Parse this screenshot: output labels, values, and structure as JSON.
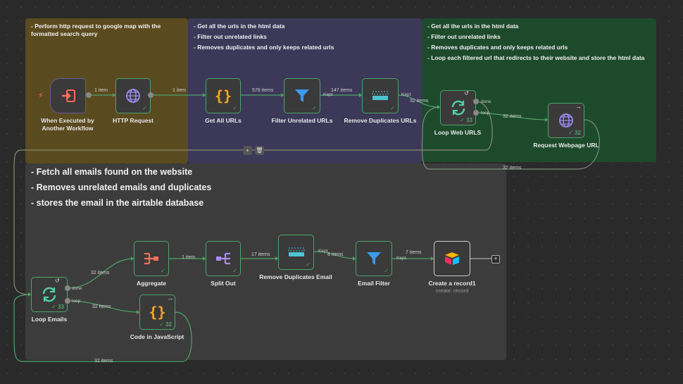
{
  "canvas": {
    "colors": {
      "background": "#2a2a2a",
      "success": "#4ea36a",
      "sticky_yellow": "#5a4a1f",
      "sticky_purple": "#3b3858",
      "sticky_green": "#1e4a2c",
      "sticky_gray": "#3c3c3c"
    }
  },
  "stickies": {
    "s1": [
      "- Perform http request to google map with the formatted search query"
    ],
    "s2": [
      "- Get all the urls in the html data",
      "- Filter out unrelated links",
      "- Removes duplicates and only keeps related urls"
    ],
    "s3": [
      "- Get all the urls in the html data",
      "- Filter out unrelated links",
      "- Removes duplicates and only keeps related urls",
      "- Loop each filtered url that redirects to their website and store the html data"
    ],
    "s4": [
      "- Fetch all emails found on the website",
      "- Removes unrelated emails and duplicates",
      "- stores the email in the airtable database"
    ]
  },
  "nodes": {
    "trigger": {
      "label": "When Executed by Another Workflow",
      "icon": "sign-in-icon"
    },
    "http": {
      "label": "HTTP Request",
      "icon": "globe-icon"
    },
    "getall": {
      "label": "Get All URLs",
      "icon": "code-braces-icon"
    },
    "filter": {
      "label": "Filter Unrelated URLs",
      "icon": "filter-icon"
    },
    "dedupe": {
      "label": "Remove Duplicates URLs",
      "icon": "remove-duplicates-icon"
    },
    "loopweb": {
      "label": "Loop Web URLS",
      "icon": "loop-icon",
      "count": "33",
      "port_done": "done",
      "port_loop": "loop"
    },
    "reqweb": {
      "label": "Request Webpage URL",
      "icon": "globe-icon",
      "count": "32"
    },
    "loopemails": {
      "label": "Loop Emails",
      "icon": "loop-icon",
      "count": "33",
      "port_done": "done",
      "port_loop": "loop"
    },
    "aggregate": {
      "label": "Aggregate",
      "icon": "aggregate-icon"
    },
    "splitout": {
      "label": "Split Out",
      "icon": "split-out-icon"
    },
    "dedupeemail": {
      "label": "Remove Duplicates Email",
      "icon": "remove-duplicates-icon"
    },
    "emailfilter": {
      "label": "Email Filter",
      "icon": "filter-icon"
    },
    "airtable": {
      "label": "Create a record1",
      "sub": "create: record",
      "icon": "airtable-icon"
    },
    "codejs": {
      "label": "Code in JavaScript",
      "icon": "code-braces-icon",
      "count": "32"
    }
  },
  "edges": {
    "e1": "1 item",
    "e2": "1 item",
    "e3": "578 items",
    "e4": "147 items",
    "kept1": "Kept",
    "kept2": "Kept",
    "e5": "32 items",
    "e6": "32 items",
    "e7": "32 items",
    "e8": "32 items",
    "e9": "1 item",
    "e10": "17 items",
    "kept3": "Kept",
    "e11": "8 items",
    "kept4": "Kept",
    "e12": "7 items",
    "e13": "32 items",
    "e14": "32 items"
  }
}
